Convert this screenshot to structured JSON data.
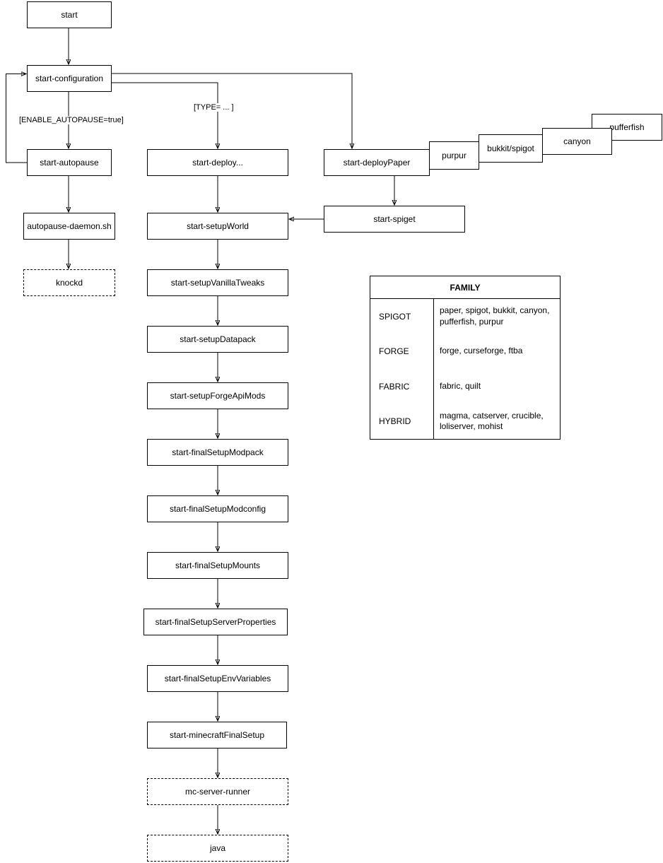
{
  "diagram": {
    "nodes": {
      "start": "start",
      "startConfiguration": "start-configuration",
      "startAutopause": "start-autopause",
      "autopauseDaemon": "autopause-daemon.sh",
      "knockd": "knockd",
      "startDeploy": "start-deploy...",
      "startDeployPaper": "start-deployPaper",
      "purpur": "purpur",
      "bukkitSpigot": "bukkit/spigot",
      "canyon": "canyon",
      "pufferfish": "pufferfish",
      "startSpiget": "start-spiget",
      "startSetupWorld": "start-setupWorld",
      "startSetupVanillaTweaks": "start-setupVanillaTweaks",
      "startSetupDatapack": "start-setupDatapack",
      "startSetupForgeApiMods": "start-setupForgeApiMods",
      "startFinalSetupModpack": "start-finalSetupModpack",
      "startFinalSetupModconfig": "start-finalSetupModconfig",
      "startFinalSetupMounts": "start-finalSetupMounts",
      "startFinalSetupServerProperties": "start-finalSetupServerProperties",
      "startFinalSetupEnvVariables": "start-finalSetupEnvVariables",
      "startMinecraftFinalSetup": "start-minecraftFinalSetup",
      "mcServerRunner": "mc-server-runner",
      "java": "java"
    },
    "edgeLabels": {
      "enableAutopause": "[ENABLE_AUTOPAUSE=true]",
      "type": "[TYPE= ... ]"
    },
    "table": {
      "title": "FAMILY",
      "rows": [
        {
          "family": "SPIGOT",
          "values": "paper, spigot, bukkit, canyon, pufferfish, purpur"
        },
        {
          "family": "FORGE",
          "values": "forge, curseforge, ftba"
        },
        {
          "family": "FABRIC",
          "values": "fabric, quilt"
        },
        {
          "family": "HYBRID",
          "values": "magma, catserver, crucible, loliserver, mohist"
        }
      ]
    }
  }
}
